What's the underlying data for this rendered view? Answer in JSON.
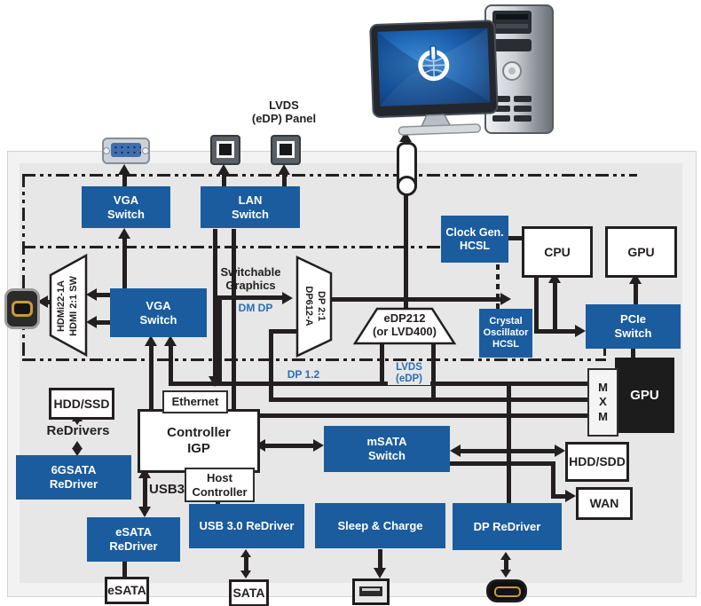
{
  "diagram": {
    "title_labels": {
      "lvds_panel": "LVDS\n(eDP) Panel"
    },
    "blocks": {
      "vga_switch_top": "VGA\nSwitch",
      "lan_switch": "LAN\nSwitch",
      "hdmi_mux": "HDMi22-1A\nHDMI 2:1 SW",
      "vga_switch_mid": "VGA\nSwitch",
      "dp_mux": "DP 2:1\nDP612-A",
      "edp212": "eDP212\n(or LVD400)",
      "clock_gen": "Clock Gen.\nHCSL",
      "cpu": "CPU",
      "gpu": "GPU",
      "crystal_osc": "Crystal\nOscillator\nHCSL",
      "pcie_switch": "PCIe\nSwitch",
      "mxm": "M\nX\nM",
      "gpu_module": "GPU",
      "hdd_ssd": "HDD/SSD",
      "redrivers": "ReDrivers",
      "sata6g_redriver": "6GSATA\nReDriver",
      "ethernet": "Ethernet",
      "controller_igp": "Controller\nIGP",
      "host_controller": "Host\nController",
      "msata_switch": "mSATA\nSwitch",
      "hdd_sdd": "HDD/SDD",
      "wan": "WAN",
      "esata_redriver": "eSATA\nReDriver",
      "usb3_redriver": "USB 3.0 ReDriver",
      "sleep_charge": "Sleep & Charge",
      "dp_redriver": "DP ReDriver",
      "esata_port": "eSATA",
      "sata_port": "SATA"
    },
    "wire_labels": {
      "switchable_graphics": "Switchable\nGraphics",
      "dm_dp": "DM  DP",
      "dp12": "DP 1.2",
      "lvds_edp": "LVDS\n(eDP)",
      "usb3": "USB3"
    },
    "colors": {
      "box_blue": "#1b5c9e",
      "label_blue": "#2a6db5",
      "line_black": "#231f20",
      "panel_grey": "#e7e7e7",
      "gpu_black": "#1c1c1c"
    }
  }
}
